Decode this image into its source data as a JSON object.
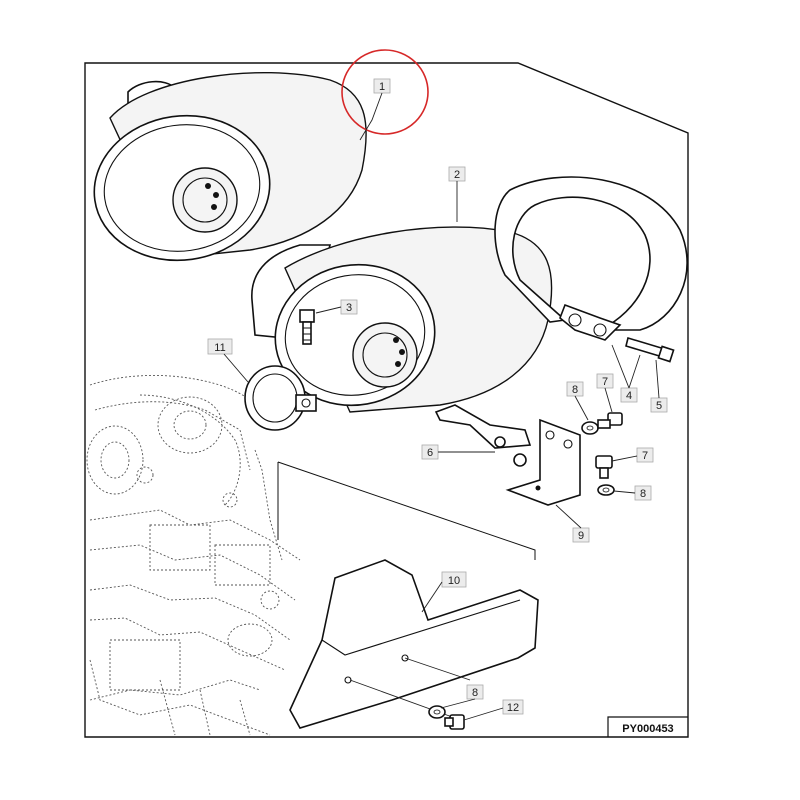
{
  "callouts": {
    "c1": "1",
    "c2": "2",
    "c3": "3",
    "c4": "4",
    "c5": "5",
    "c6": "6",
    "c7a": "7",
    "c7b": "7",
    "c8a": "8",
    "c8b": "8",
    "c8c": "8",
    "c9": "9",
    "c10": "10",
    "c11": "11",
    "c12": "12"
  },
  "reference_code": "PY000453",
  "colors": {
    "highlight_circle": "#d62828",
    "highlight_tag": "#a8d5a2"
  }
}
